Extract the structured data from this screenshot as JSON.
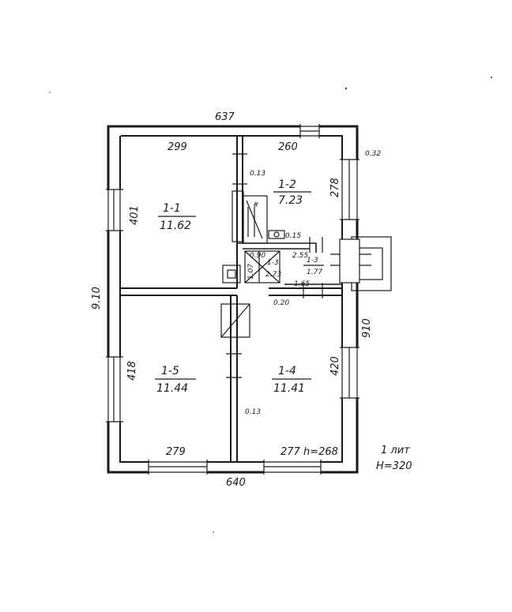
{
  "dimensions": {
    "top_overall": "637",
    "bottom_overall": "640",
    "left_overall": "9.10",
    "right_overall": "910",
    "room1_1_top": "299",
    "room1_2_top": "260",
    "room1_1_left": "401",
    "room1_2_right": "278",
    "room1_5_left": "418",
    "room1_4_right": "420",
    "room1_5_bottom": "279",
    "room1_4_bottom": "277 h=268",
    "wall_outer": "0.32",
    "partition_upper": "0.13",
    "partition_lower": "0.13",
    "stove_shelf": "0.15",
    "hall_wall": "0.90",
    "hall_width": "2.55",
    "hall_depth": "1.65",
    "corridor_wall": "0.20",
    "closet_width": "1.07"
  },
  "rooms": [
    {
      "id": "1-1",
      "area": "11.62"
    },
    {
      "id": "1-2",
      "area": "7.23"
    },
    {
      "id": "1-3",
      "area": "2.73"
    },
    {
      "id": "1-3",
      "area": "1.77"
    },
    {
      "id": "1-5",
      "area": "11.44"
    },
    {
      "id": "1-4",
      "area": "11.41"
    }
  ],
  "annotation": {
    "level": "1 лит",
    "height": "H=320"
  }
}
